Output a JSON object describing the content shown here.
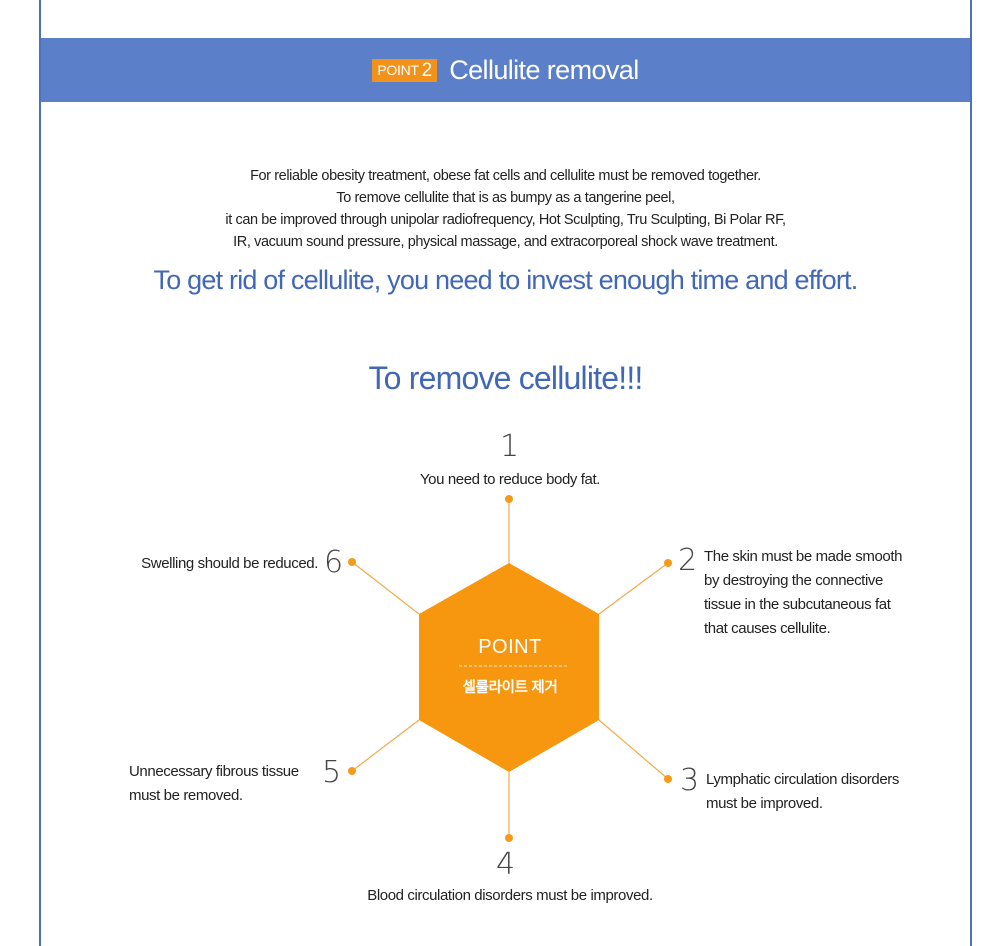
{
  "header": {
    "badge_word": "POINT",
    "badge_number": "2",
    "title": "Cellulite removal"
  },
  "intro": {
    "lines": [
      "For reliable obesity treatment, obese fat cells and cellulite must be removed together.",
      "To remove cellulite that is as bumpy as a tangerine peel,",
      "it can be improved through unipolar radiofrequency, Hot Sculpting, Tru Sculpting, Bi Polar RF,",
      "IR, vacuum sound pressure, physical massage, and extracorporeal shock wave treatment."
    ]
  },
  "highlight": "To get rid of cellulite, you need to invest enough time and effort.",
  "section_title": "To remove cellulite!!!",
  "hexagon": {
    "point_label": "POINT",
    "korean_label": "셀룰라이트 제거"
  },
  "points": [
    {
      "number": "1",
      "text": "You need to reduce body fat."
    },
    {
      "number": "2",
      "lines": [
        "The skin must be made smooth",
        "by destroying the connective",
        "tissue in the subcutaneous fat",
        "that causes cellulite."
      ]
    },
    {
      "number": "3",
      "lines": [
        "Lymphatic circulation disorders",
        "must be improved."
      ]
    },
    {
      "number": "4",
      "text": "Blood circulation disorders must be improved."
    },
    {
      "number": "5",
      "lines": [
        "Unnecessary fibrous tissue",
        "must be removed."
      ]
    },
    {
      "number": "6",
      "text": "Swelling should be reduced."
    }
  ],
  "colors": {
    "header_bg": "#5b80c9",
    "badge_bg": "#f2921a",
    "accent_text": "#4168b8",
    "hexagon": "#f7960f",
    "connector": "#f3a94a",
    "dot": "#f59a1a"
  }
}
